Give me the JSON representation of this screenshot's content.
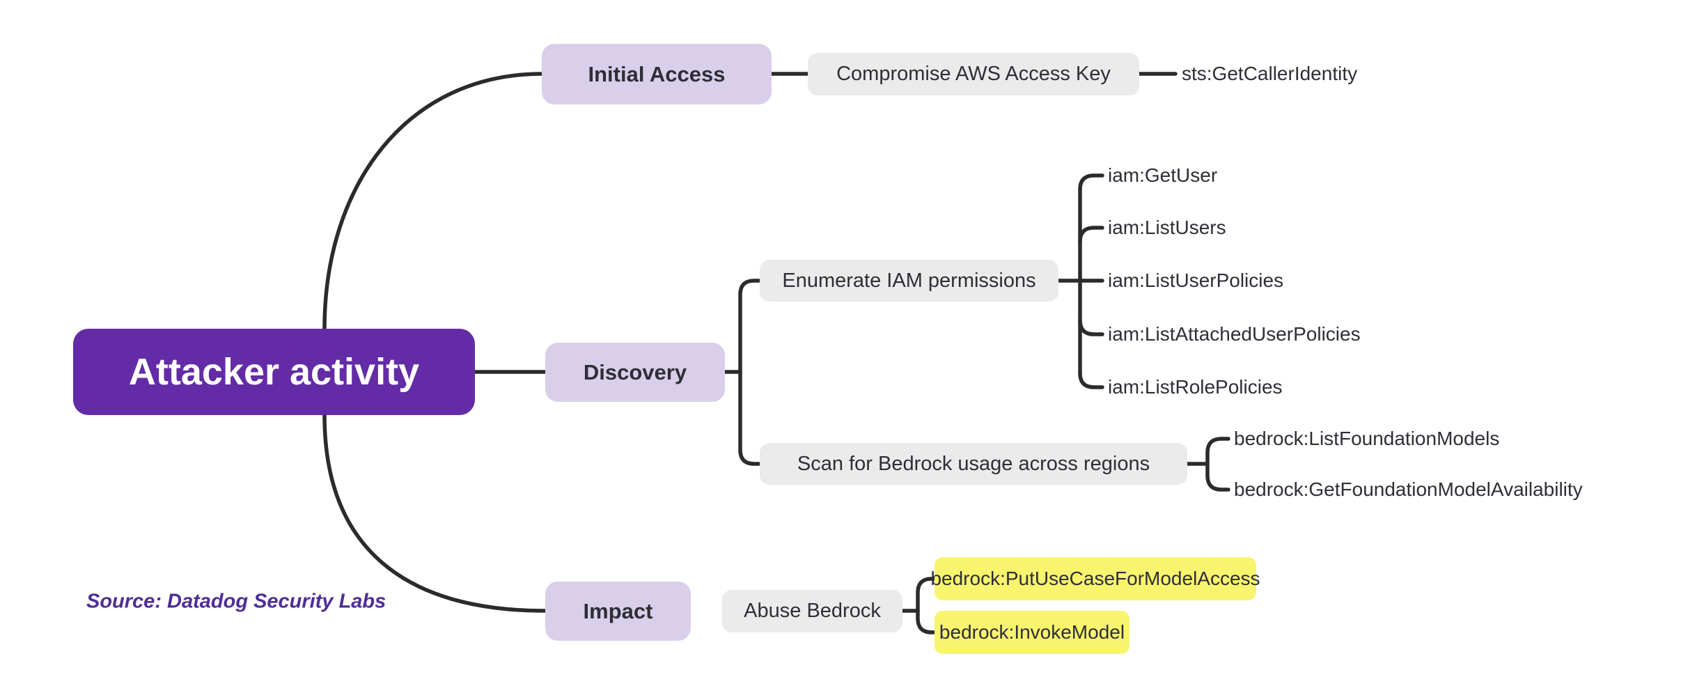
{
  "root": {
    "label": "Attacker activity"
  },
  "branches": [
    {
      "label": "Initial Access",
      "children": [
        {
          "label": "Compromise AWS Access Key",
          "actions": [
            "sts:GetCallerIdentity"
          ]
        }
      ]
    },
    {
      "label": "Discovery",
      "children": [
        {
          "label": "Enumerate IAM permissions",
          "actions": [
            "iam:GetUser",
            "iam:ListUsers",
            "iam:ListUserPolicies",
            "iam:ListAttachedUserPolicies",
            "iam:ListRolePolicies"
          ]
        },
        {
          "label": "Scan for Bedrock usage across regions",
          "actions": [
            "bedrock:ListFoundationModels",
            "bedrock:GetFoundationModelAvailability"
          ]
        }
      ]
    },
    {
      "label": "Impact",
      "children": [
        {
          "label": "Abuse Bedrock",
          "actions": [
            "bedrock:PutUseCaseForModelAccess",
            "bedrock:InvokeModel"
          ],
          "highlighted": true
        }
      ]
    }
  ],
  "source_note": "Source: Datadog Security Labs",
  "colors": {
    "root_background": "#632CA6",
    "root_text": "#FFFFFF",
    "branch_background": "#D9CFEA",
    "technique_background": "#EBEBEB",
    "highlight_background": "#F8F46E",
    "text_dark": "#2E2E36",
    "connector_line": "#2B2B2B",
    "source_note_text": "#4F2D96"
  }
}
